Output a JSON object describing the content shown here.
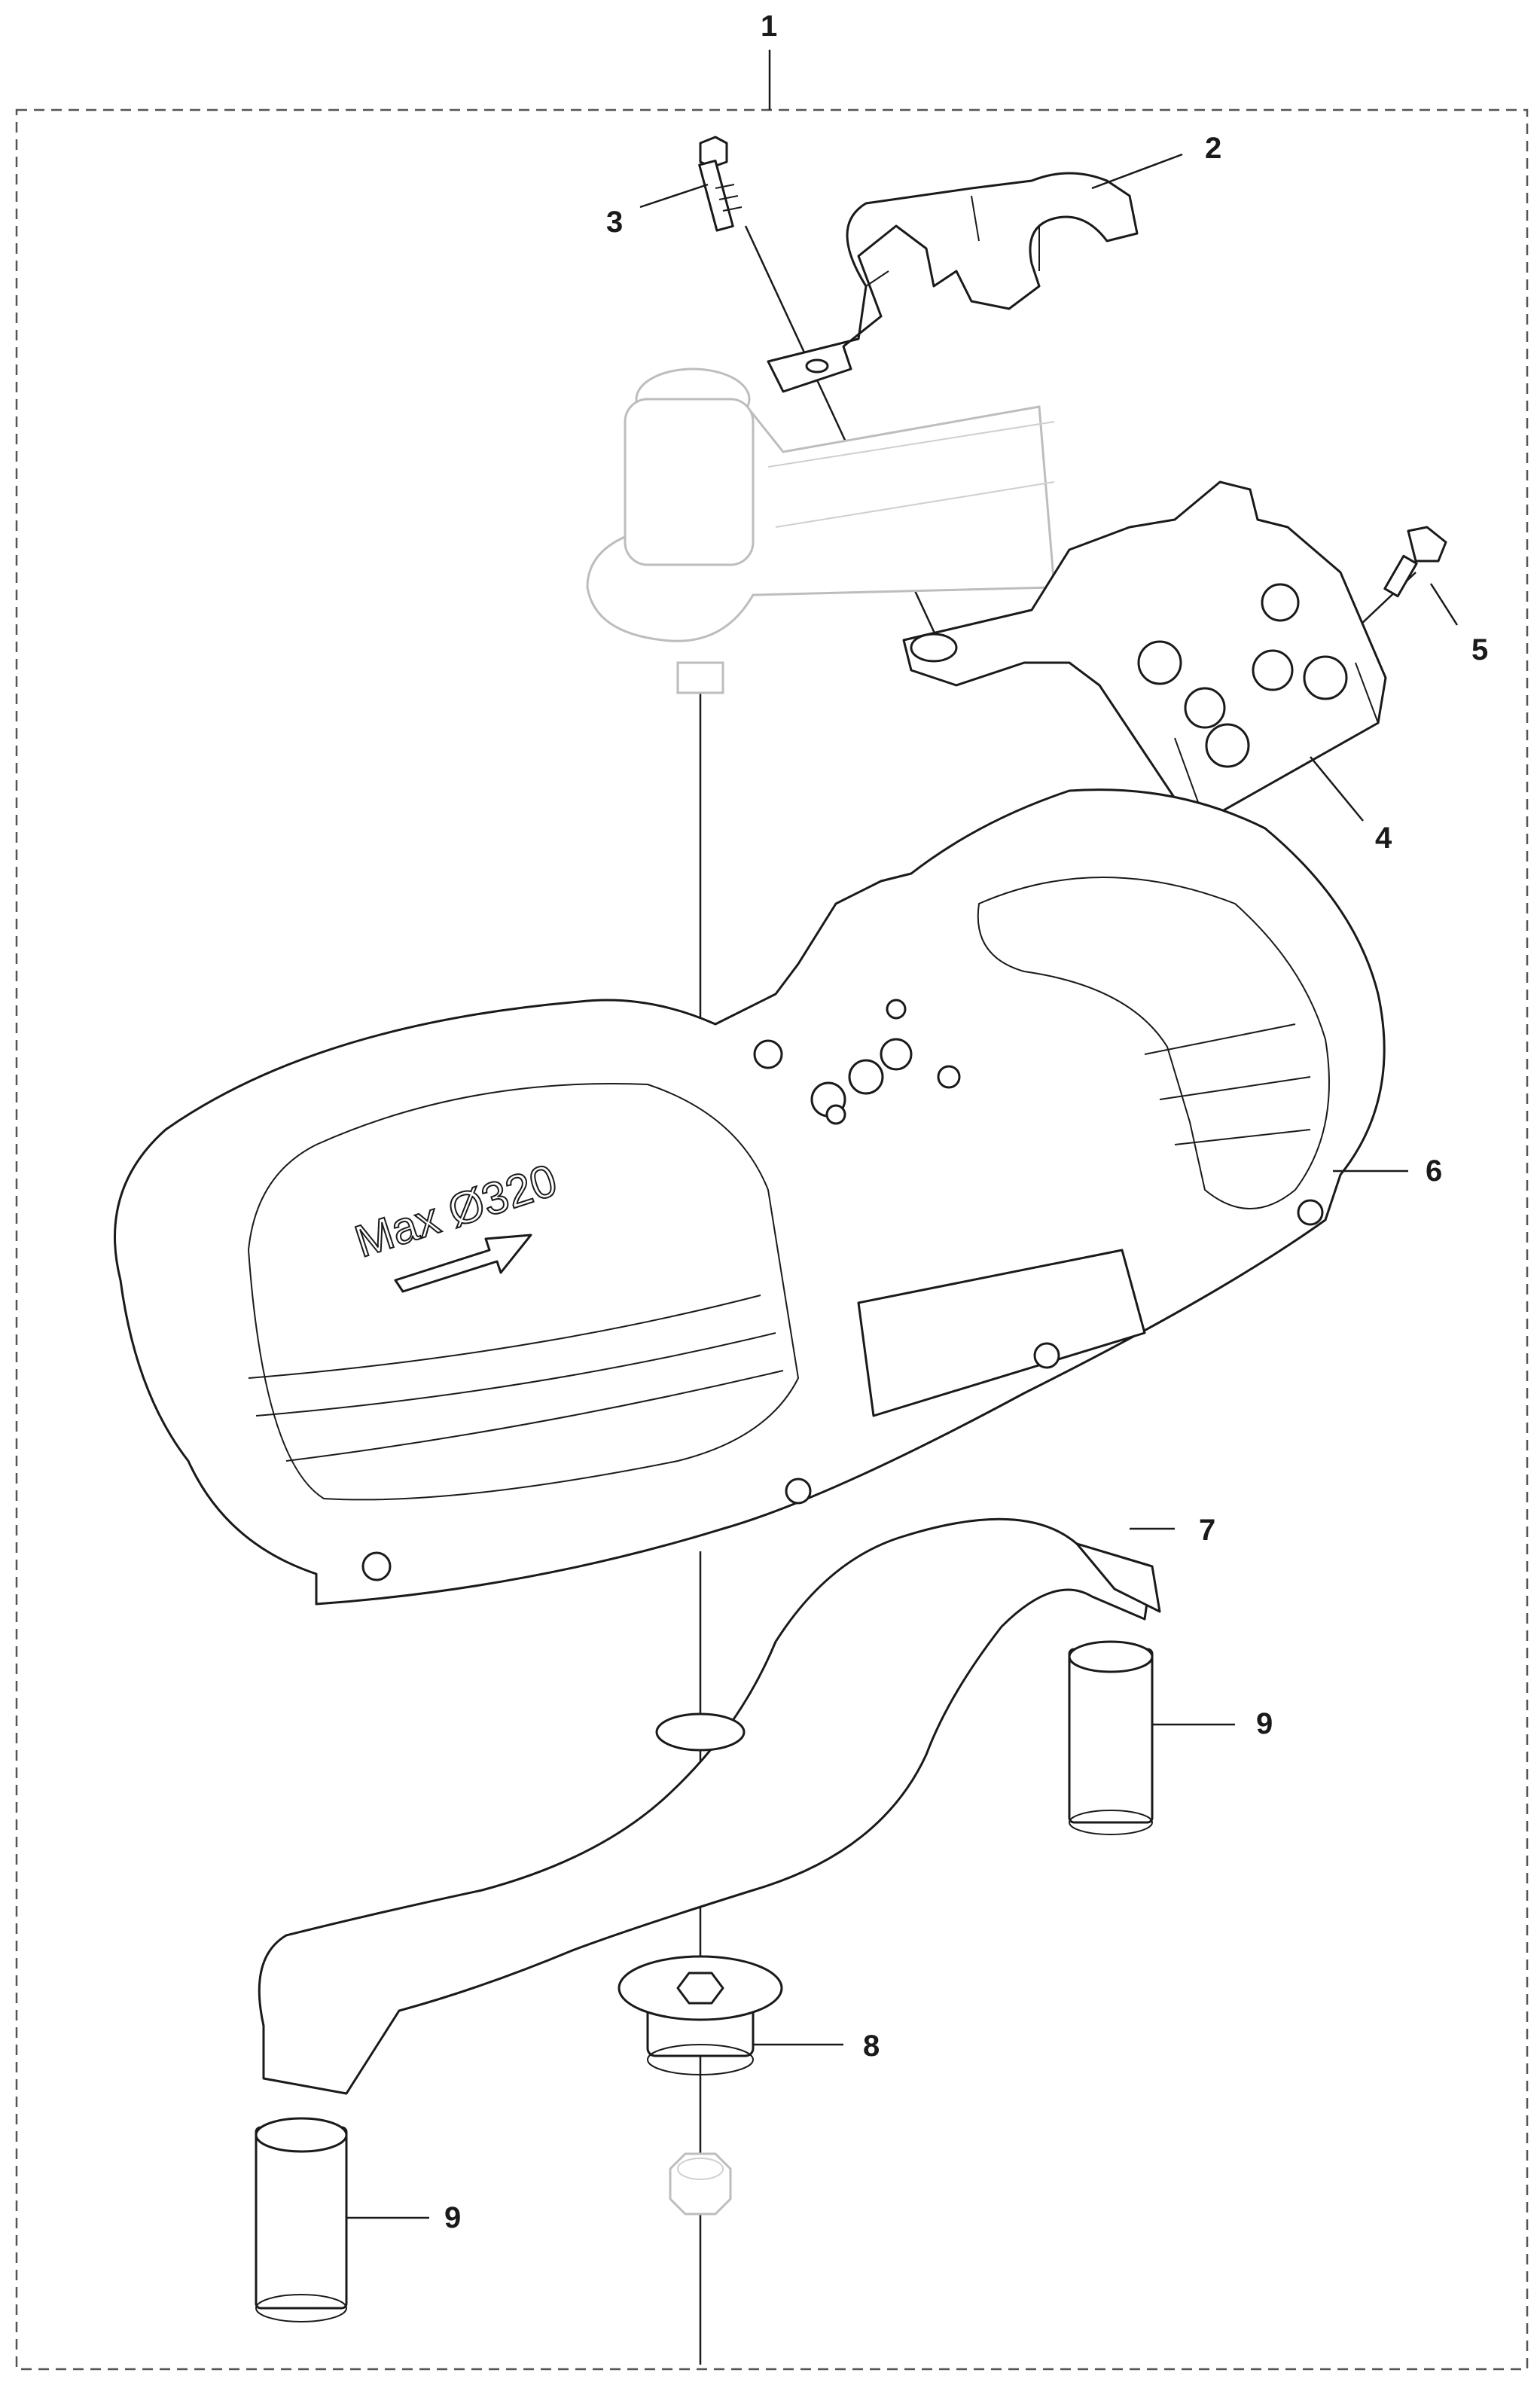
{
  "callouts": [
    {
      "id": "1",
      "text": "1"
    },
    {
      "id": "2",
      "text": "2"
    },
    {
      "id": "3",
      "text": "3"
    },
    {
      "id": "4",
      "text": "4"
    },
    {
      "id": "5",
      "text": "5"
    },
    {
      "id": "6",
      "text": "6"
    },
    {
      "id": "7",
      "text": "7"
    },
    {
      "id": "8",
      "text": "8"
    },
    {
      "id": "9a",
      "text": "9"
    },
    {
      "id": "9b",
      "text": "9"
    }
  ],
  "guard_marking": "Max Ø320"
}
